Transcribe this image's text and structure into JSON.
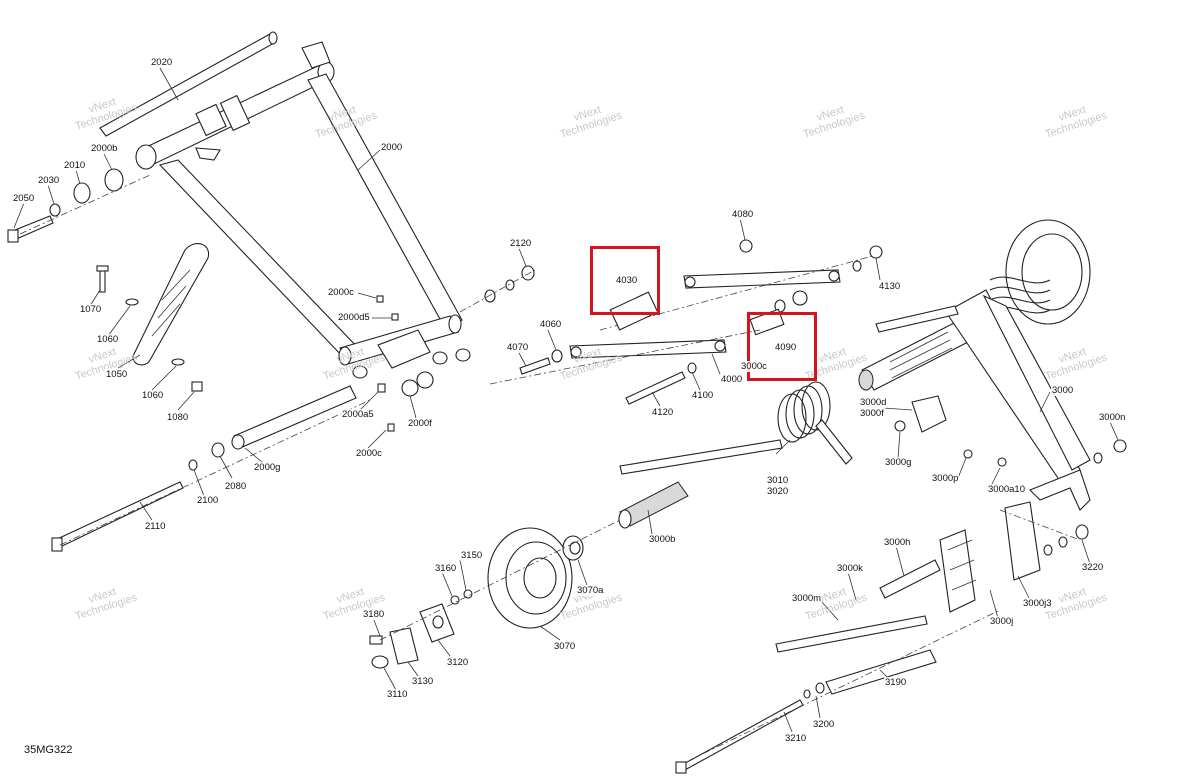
{
  "diagram_code": "35MG322",
  "highlight_color": "#d4141f",
  "watermark": {
    "line1": "vNext",
    "line2": "Technologies"
  },
  "parts": {
    "p2020": "2020",
    "p2000b": "2000b",
    "p2010": "2010",
    "p2030": "2030",
    "p2050": "2050",
    "p2000": "2000",
    "p1070": "1070",
    "p1060a": "1060",
    "p1050": "1050",
    "p1060b": "1060",
    "p1080": "1080",
    "p2000c_a": "2000c",
    "p2000d5": "2000d5",
    "p2000a5": "2000a5",
    "p2000f": "2000f",
    "p2000c_b": "2000c",
    "p2120": "2120",
    "p2000g": "2000g",
    "p2080": "2080",
    "p2100": "2100",
    "p2110": "2110",
    "p4080": "4080",
    "p4030": "4030",
    "p4130": "4130",
    "p4060": "4060",
    "p4070": "4070",
    "p4090": "4090",
    "p3000c": "3000c",
    "p4000": "4000",
    "p4100": "4100",
    "p4120": "4120",
    "p3000": "3000",
    "p3000d": "3000d",
    "p3000f": "3000f",
    "p3000n": "3000n",
    "p3000g": "3000g",
    "p3010": "3010",
    "p3020": "3020",
    "p3000p": "3000p",
    "p3000a10": "3000a10",
    "p3000b": "3000b",
    "p3150": "3150",
    "p3160": "3160",
    "p3070a": "3070a",
    "p3180": "3180",
    "p3120": "3120",
    "p3070": "3070",
    "p3130": "3130",
    "p3110": "3110",
    "p3000h": "3000h",
    "p3000k": "3000k",
    "p3000m": "3000m",
    "p3000j3": "3000j3",
    "p3000j": "3000j",
    "p3220": "3220",
    "p3190": "3190",
    "p3200": "3200",
    "p3210": "3210"
  }
}
